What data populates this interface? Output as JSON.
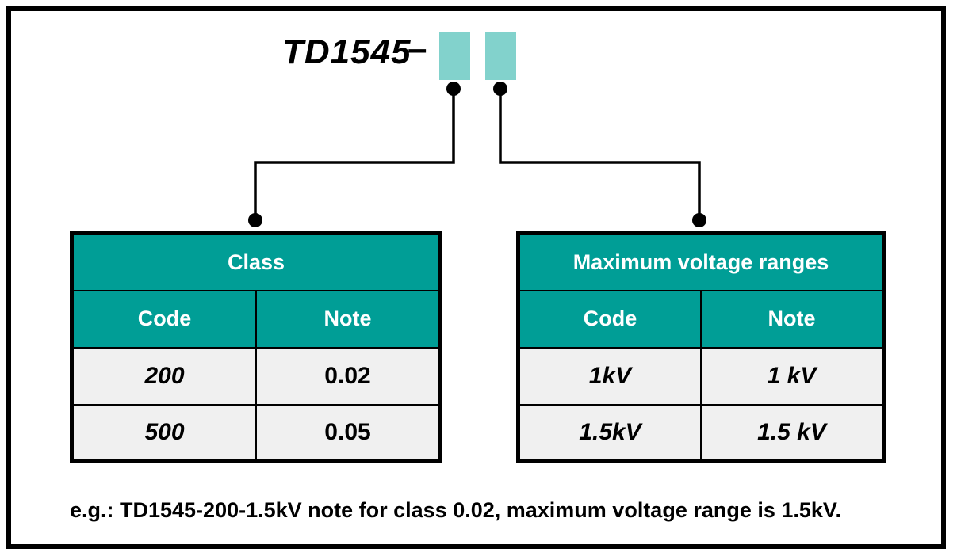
{
  "header": {
    "model": "TD1545",
    "dash": "–"
  },
  "left_table": {
    "title": "Class",
    "col_code": "Code",
    "col_note": "Note",
    "rows": [
      {
        "code": "200",
        "note": "0.02"
      },
      {
        "code": "500",
        "note": "0.05"
      }
    ]
  },
  "right_table": {
    "title": "Maximum voltage ranges",
    "col_code": "Code",
    "col_note": "Note",
    "rows": [
      {
        "code": "1kV",
        "note": "1 kV"
      },
      {
        "code": "1.5kV",
        "note": "1.5 kV"
      }
    ]
  },
  "footer": {
    "example_note": "e.g.: TD1545-200-1.5kV note for class 0.02, maximum voltage range is 1.5kV."
  },
  "colors": {
    "table_header_teal": "#009E96",
    "code_slot_teal": "#82D2CC",
    "row_background_gray": "#F0F0F0",
    "line_black": "#000000"
  }
}
